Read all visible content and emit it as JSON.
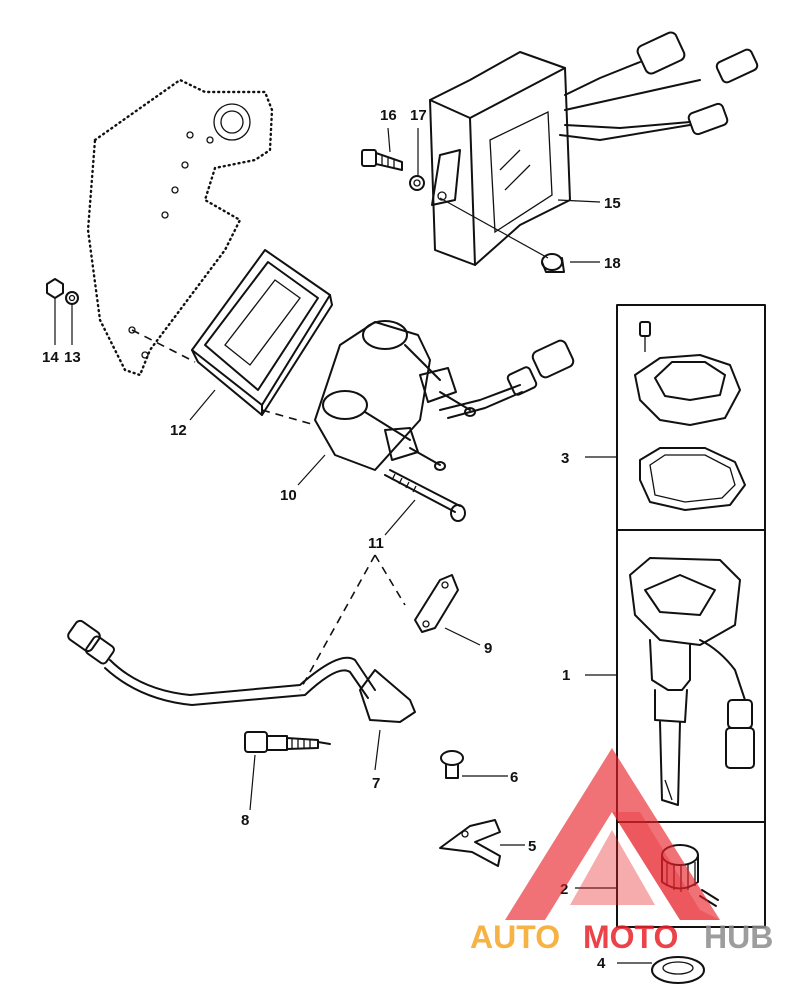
{
  "parts": {
    "p1": "1",
    "p2": "2",
    "p3": "3",
    "p4": "4",
    "p5": "5",
    "p6": "6",
    "p7": "7",
    "p8": "8",
    "p9": "9",
    "p10": "10",
    "p11": "11",
    "p12": "12",
    "p13": "13",
    "p14": "14",
    "p15": "15",
    "p16": "16",
    "p17": "17",
    "p18": "18"
  },
  "watermark": {
    "auto": "AUTO",
    "moto": "MOTO",
    "hub": "HUB",
    "colors": {
      "orange": "#f5a623",
      "red": "#e8232a",
      "gray": "#8c8c8c"
    }
  }
}
